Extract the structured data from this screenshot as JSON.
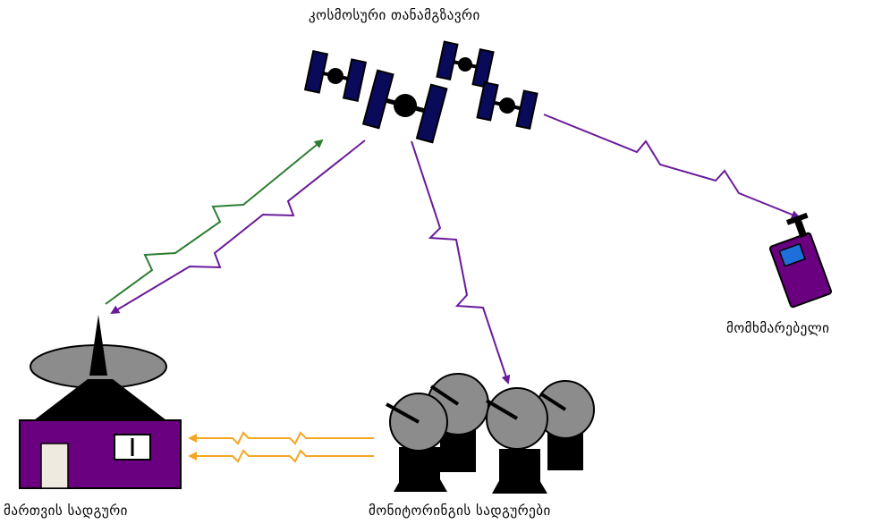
{
  "labels": {
    "satellite": "კოსმოსური თანამგზავრი",
    "user": "მომხმარებელი",
    "control_station": "მართვის სადგური",
    "monitoring_stations": "მონიტორინგის სადგურები"
  },
  "colors": {
    "uplink": "#2e7d32",
    "downlink": "#6a1b9a",
    "ground_link": "#f5a623",
    "satellite_panel": "#0a0a5a",
    "satellite_body": "#000000",
    "building": "#6a0080",
    "dish": "#8c8c8c",
    "phone_body": "#6a0080",
    "phone_screen": "#1e6fd9"
  }
}
